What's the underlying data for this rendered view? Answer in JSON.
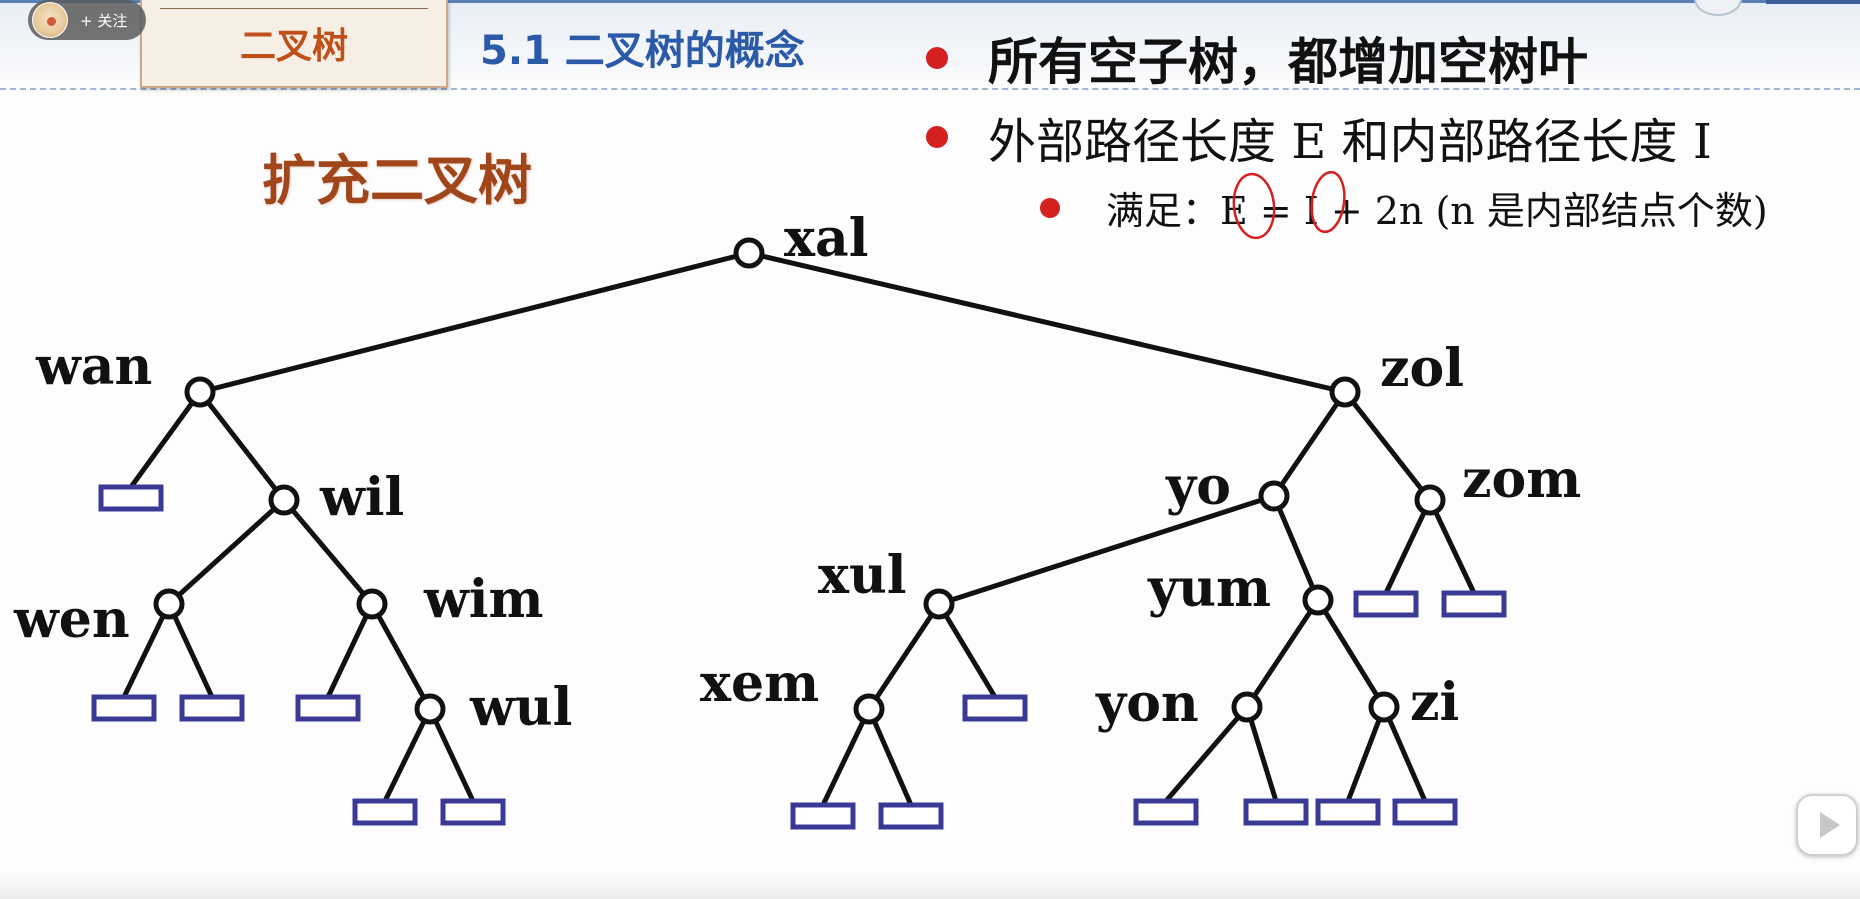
{
  "header": {
    "follow_label": "+ 关注",
    "section_tab": "二叉树",
    "chapter_title": "5.1 二叉树的概念"
  },
  "slide": {
    "subtitle": "扩充二叉树",
    "bullets": [
      "所有空子树，都增加空树叶",
      "外部路径长度 E 和内部路径长度 I",
      "满足：E = I + 2n (n 是内部结点个数)"
    ]
  },
  "tree": {
    "internal_nodes": [
      {
        "id": "xal",
        "label": "xal"
      },
      {
        "id": "wan",
        "label": "wan"
      },
      {
        "id": "zol",
        "label": "zol"
      },
      {
        "id": "wil",
        "label": "wil"
      },
      {
        "id": "wen",
        "label": "wen"
      },
      {
        "id": "wim",
        "label": "wim"
      },
      {
        "id": "wul",
        "label": "wul"
      },
      {
        "id": "yo",
        "label": "yo"
      },
      {
        "id": "zom",
        "label": "zom"
      },
      {
        "id": "xul",
        "label": "xul"
      },
      {
        "id": "yum",
        "label": "yum"
      },
      {
        "id": "xem",
        "label": "xem"
      },
      {
        "id": "yon",
        "label": "yon"
      },
      {
        "id": "zi",
        "label": "zi"
      }
    ],
    "edges": [
      [
        "xal",
        "wan"
      ],
      [
        "xal",
        "zol"
      ],
      [
        "wan",
        "wan.L"
      ],
      [
        "wan",
        "wil"
      ],
      [
        "wil",
        "wen"
      ],
      [
        "wil",
        "wim"
      ],
      [
        "wen",
        "wen.L"
      ],
      [
        "wen",
        "wen.R"
      ],
      [
        "wim",
        "wim.L"
      ],
      [
        "wim",
        "wul"
      ],
      [
        "wul",
        "wul.L"
      ],
      [
        "wul",
        "wul.R"
      ],
      [
        "zol",
        "yo"
      ],
      [
        "zol",
        "zom"
      ],
      [
        "zom",
        "zom.L"
      ],
      [
        "zom",
        "zom.R"
      ],
      [
        "yo",
        "xul"
      ],
      [
        "yo",
        "yum"
      ],
      [
        "xul",
        "xem"
      ],
      [
        "xul",
        "xul.R"
      ],
      [
        "xem",
        "xem.L"
      ],
      [
        "xem",
        "xem.R"
      ],
      [
        "yum",
        "yon"
      ],
      [
        "yum",
        "zi"
      ],
      [
        "yon",
        "yon.L"
      ],
      [
        "yon",
        "yon.R"
      ],
      [
        "zi",
        "zi.L"
      ],
      [
        "zi",
        "zi.R"
      ]
    ]
  },
  "colors": {
    "external_leaf": "#3a3a96",
    "edge": "#111111",
    "bullet": "#d42020",
    "chapter_title": "#2a5aa8",
    "subtitle": "#a0461a",
    "annotation": "#d42020"
  }
}
